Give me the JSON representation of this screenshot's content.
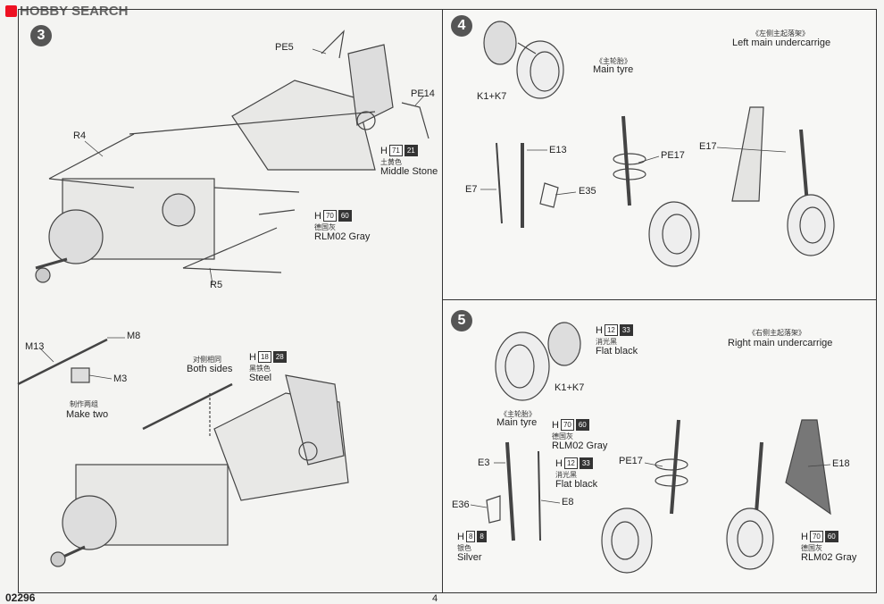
{
  "header": {
    "logo_text": "HOBBY SEARCH",
    "product_code": "02296",
    "page_number": "4"
  },
  "step3": {
    "number": "3",
    "labels": {
      "pe5": "PE5",
      "pe14": "PE14",
      "r4": "R4",
      "r5": "R5",
      "m13": "M13",
      "m8": "M8",
      "m3": "M3"
    },
    "paint_h71": {
      "h": "H",
      "n1": "71",
      "n2": "21",
      "cn": "土黄色",
      "en": "Middle Stone"
    },
    "paint_h70": {
      "h": "H",
      "n1": "70",
      "n2": "60",
      "cn": "德国灰",
      "en": "RLM02 Gray"
    },
    "make_two": {
      "cn": "制作两组",
      "en": "Make two"
    },
    "both_sides": {
      "cn": "对侧相同",
      "en": "Both sides"
    },
    "paint_h18": {
      "h": "H",
      "n1": "18",
      "n2": "28",
      "cn": "黑铁色",
      "en": "Steel"
    }
  },
  "step4": {
    "number": "4",
    "title_cn": "《左侧主起落架》",
    "title_en": "Left main undercarrige",
    "main_tyre_cn": "《主轮胎》",
    "main_tyre_en": "Main tyre",
    "labels": {
      "k1k7": "K1+K7",
      "e13": "E13",
      "e7": "E7",
      "e35": "E35",
      "pe17": "PE17",
      "e17": "E17"
    }
  },
  "step5": {
    "number": "5",
    "title_cn": "《右侧主起落架》",
    "title_en": "Right main undercarrige",
    "main_tyre_cn": "《主轮胎》",
    "main_tyre_en": "Main tyre",
    "labels": {
      "k1k7": "K1+K7",
      "e3": "E3",
      "e36": "E36",
      "e8": "E8",
      "pe17": "PE17",
      "e18": "E18"
    },
    "paint_h12a": {
      "h": "H",
      "n1": "12",
      "n2": "33",
      "cn": "消光黑",
      "en": "Flat black"
    },
    "paint_h70a": {
      "h": "H",
      "n1": "70",
      "n2": "60",
      "cn": "德国灰",
      "en": "RLM02 Gray"
    },
    "paint_h12b": {
      "h": "H",
      "n1": "12",
      "n2": "33",
      "cn": "消光黑",
      "en": "Flat black"
    },
    "paint_h8": {
      "h": "H",
      "n1": "8",
      "n2": "8",
      "cn": "银色",
      "en": "Silver"
    },
    "paint_h70b": {
      "h": "H",
      "n1": "70",
      "n2": "60",
      "cn": "德国灰",
      "en": "RLM02 Gray"
    }
  }
}
